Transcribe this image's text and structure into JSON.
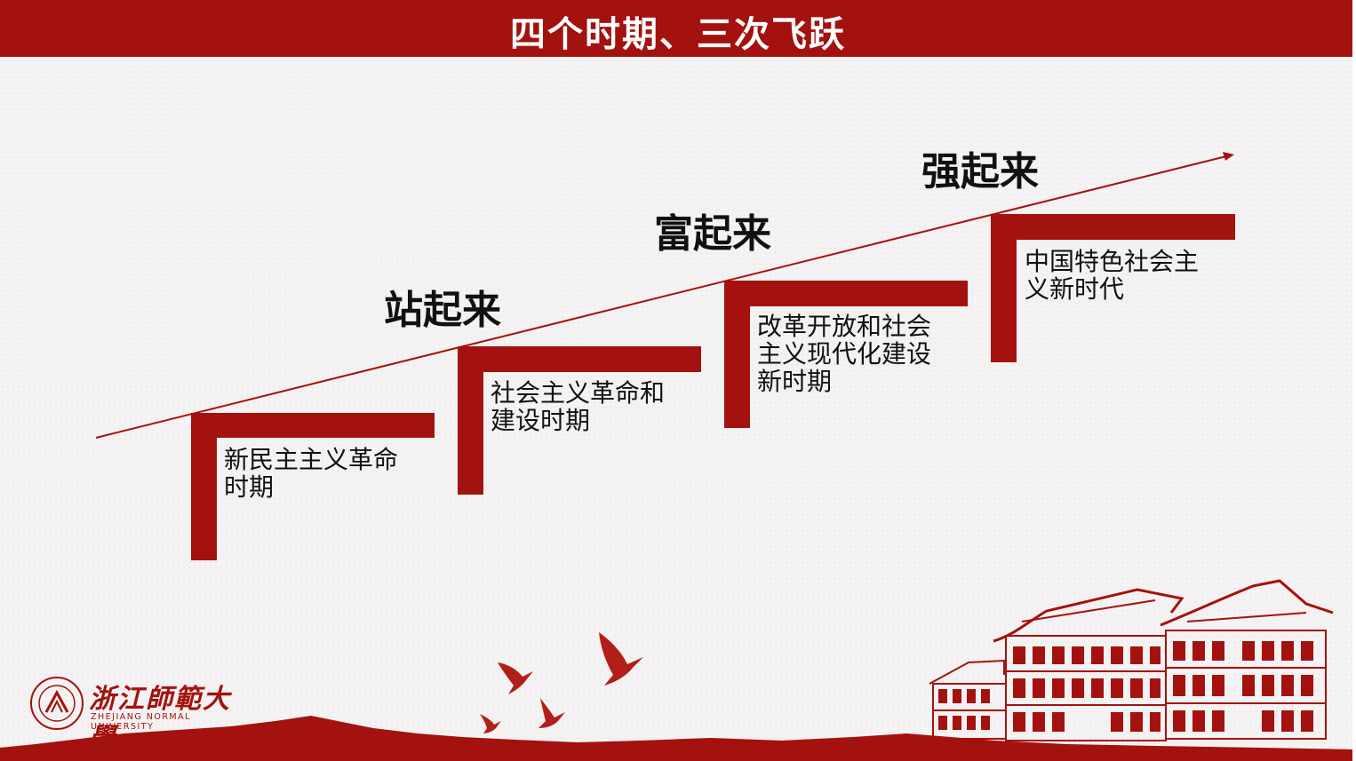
{
  "title": "四个时期、三次飞跃",
  "steps": [
    {
      "level": "站起来",
      "period": [
        "新民主主义革命",
        "时期"
      ]
    },
    {
      "level": "",
      "period": [
        "社会主义革命和",
        "建设时期"
      ]
    },
    {
      "level": "富起来",
      "period": [
        "改革开放和社会",
        "主义现代化建设",
        "新时期"
      ]
    },
    {
      "level": "强起来",
      "period": [
        "中国特色社会主",
        "义新时代"
      ]
    }
  ],
  "logo": {
    "name_cn": "浙江師範大學",
    "name_en": "ZHEJIANG  NORMAL  UNIVERSITY"
  },
  "colors": {
    "accent": "#a3120e",
    "text": "#111111",
    "background": "#f4f2f2"
  },
  "icons": [
    "arrow-icon",
    "dove-icon",
    "building-icon",
    "university-seal-icon"
  ]
}
